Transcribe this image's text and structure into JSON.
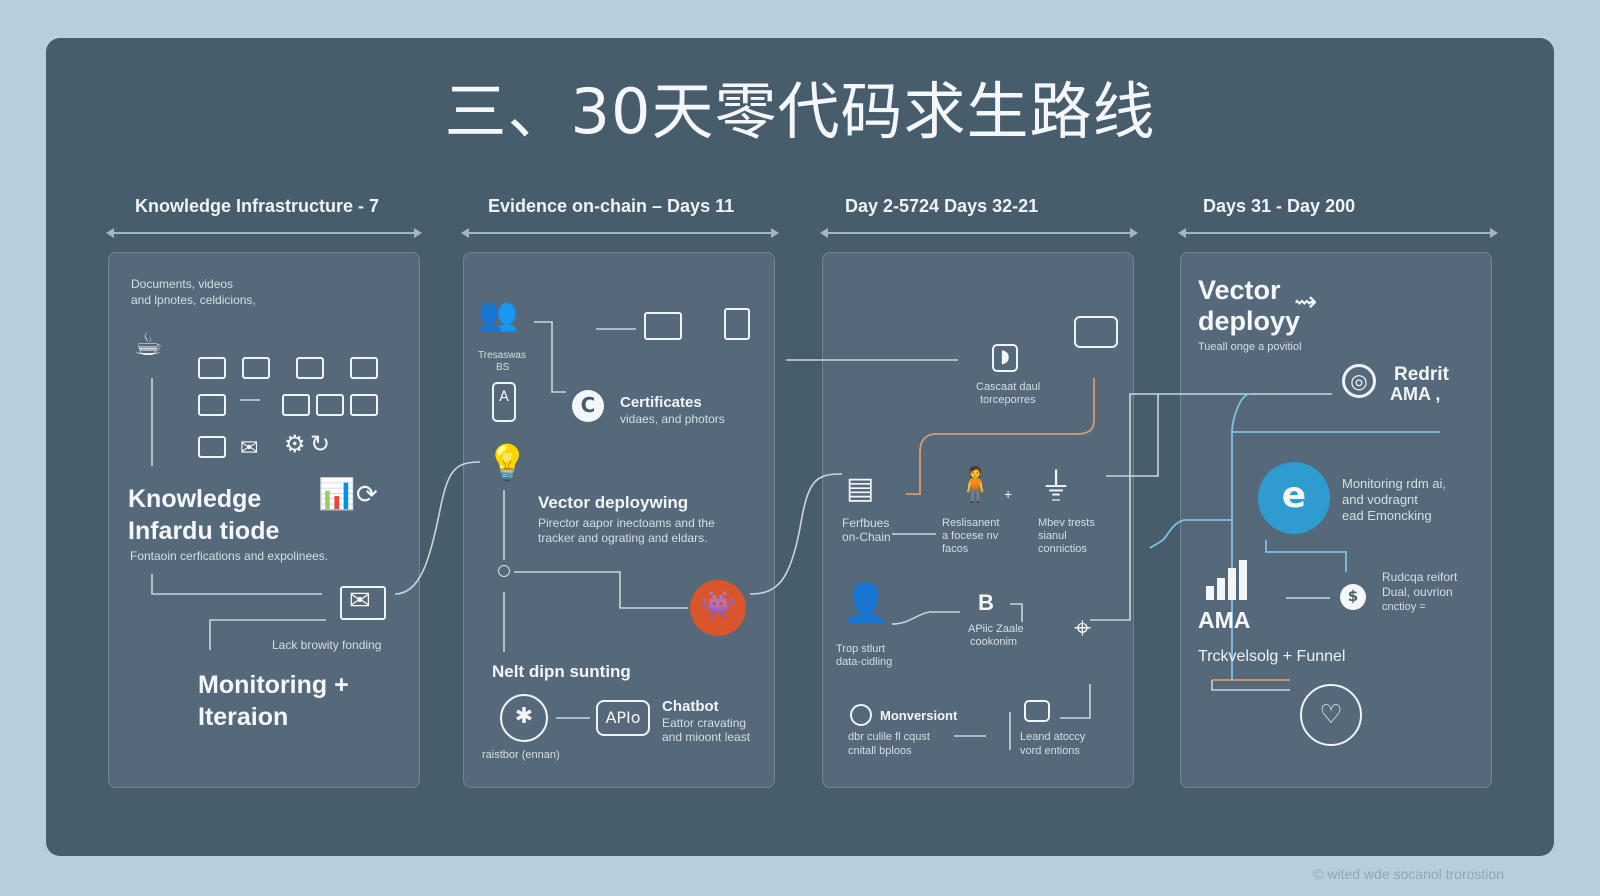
{
  "title": "三、30天零代码求生路线",
  "phases": [
    "Knowledge Infrastructure - 7",
    "Evidence on-chain – Days 11",
    "Day 2-5724  Days 32-21",
    "Days 31 - Day 200"
  ],
  "col1": {
    "intro1": "Documents, videos",
    "intro2": "and lpnotes, celdicions,",
    "heading1": "Knowledge",
    "heading2": "Infardu tiode",
    "sub": "Fontaoin cerfications and expolinees.",
    "lock_caption": "Lack browity fonding",
    "heading3a": "Monitoring +",
    "heading3b": "Iteraion"
  },
  "col2": {
    "tiny1": "Tresaswas",
    "tiny2": "BS",
    "cert_title": "Certificates",
    "cert_sub": "vidaes, and photors",
    "vector_title": "Vector deploywing",
    "vector_sub1": "Pirector aapor inectoams and the",
    "vector_sub2": "tracker and ograting and eldars.",
    "nelt": "Nelt dipn sunting",
    "chatbot_title": "Chatbot",
    "chatbot_sub1": "Eattor cravating",
    "chatbot_sub2": "and mioont least",
    "api_label": "APIo",
    "bottom_caption": "raistbor (ennan)"
  },
  "col3": {
    "cascat1": "Cascaat daul",
    "cascat2": "torceporres",
    "f1a": "Ferfbues",
    "f1b": "on-Chain",
    "f2a": "Reslisanent",
    "f2b": "a focese nv",
    "f2c": "facos",
    "f3a": "Mbev trests",
    "f3b": "sianul",
    "f3c": "connictios",
    "plus": "+",
    "top1": "Trop stlurt",
    "top2": "data-cidling",
    "api1": "APiic Zaale",
    "api2": "cookonim",
    "b_letter": "B",
    "monv": "Monversiont",
    "monv_sub1": "dbr culile fl cqust",
    "monv_sub2": "cnitall bploos",
    "lead1": "Leand atoccy",
    "lead2": "vord entions"
  },
  "col4": {
    "vector1": "Vector",
    "vector2": "deployy",
    "vector_sub": "Tueall onge a povitiol",
    "redrit1": "Redrit",
    "redrit2": "AMA ,",
    "mon1": "Monitoring rdm ai,",
    "mon2": "and vodragnt",
    "mon3": "ead Emoncking",
    "rud1": "Rudcqa reifort",
    "rud2": "Dual, ouvrion",
    "rud3": "cnctioy =",
    "ama": "AMA",
    "funnel": "Trckvelsolg + Funnel"
  },
  "footer": "© wited wde socanol trorostion",
  "colors": {
    "background": "#b8cedb",
    "board": "#475d6b",
    "panel": "#55697a",
    "accent_blue": "#2f9ccf",
    "accent_orange": "#d9552b",
    "wire_orange": "#d79b6f",
    "wire_blue": "#7fc0e0"
  },
  "icons": [
    "bowl-icon",
    "chart-icon",
    "envelope-icon",
    "monitor-icon",
    "document-icon",
    "user-group-icon",
    "phone-icon",
    "certificate-icon",
    "lightbulb-icon",
    "reddit-icon",
    "compass-icon",
    "api-icon",
    "audio-icon",
    "card-icon",
    "server-stack-icon",
    "person-icon",
    "plug-icon",
    "user-icon",
    "gear-icon",
    "crosshair-icon",
    "globe-icon",
    "edge-icon",
    "bar-chart-icon",
    "dollar-icon",
    "heart-icon"
  ]
}
